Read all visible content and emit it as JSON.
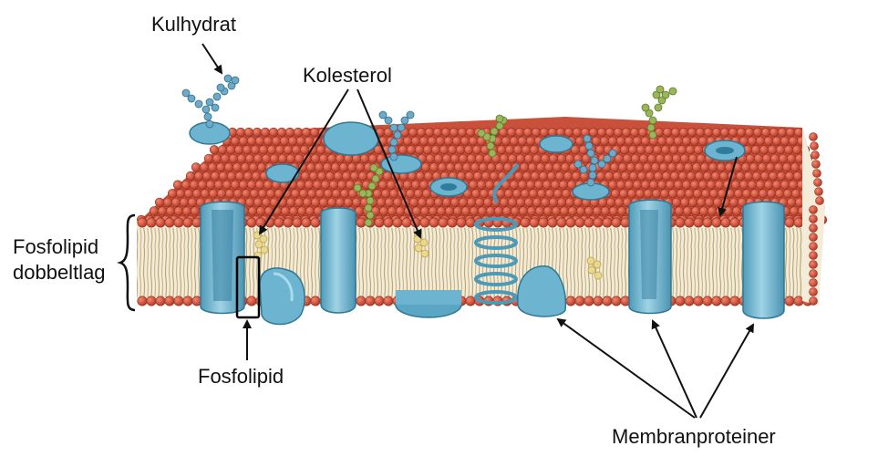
{
  "labels": {
    "kulhydrat": "Kulhydrat",
    "kolesterol": "Kolesterol",
    "fosfolipid_dobbeltlag_line1": "Fosfolipid",
    "fosfolipid_dobbeltlag_line2": "dobbeltlag",
    "fosfolipid": "Fosfolipid",
    "membranproteiner": "Membranproteiner"
  },
  "colors": {
    "phospholipid_head": "#d2553f",
    "phospholipid_head_dark": "#9e3526",
    "tail": "#d8c8a0",
    "protein": "#7fc0d8",
    "protein_dark": "#3f8fae",
    "carbohydrate": "#6fa9c8",
    "glycolipid": "#9bb55a",
    "cholesterol": "#e8d88a",
    "arrow": "#111111"
  },
  "icons": {
    "bilayer": "membrane-bilayer-illustration"
  }
}
